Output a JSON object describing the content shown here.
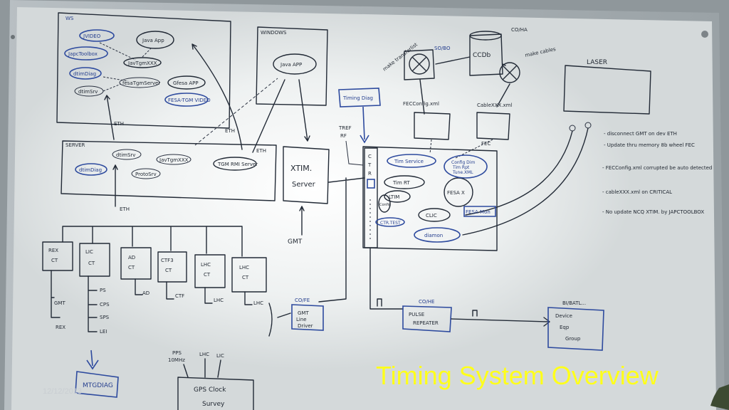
{
  "slide": {
    "title": "Timing System Overview",
    "date": "12/12/2013"
  },
  "whiteboard": {
    "ws": {
      "label": "WS",
      "items": [
        "JVIDEO",
        "JapcToolbox",
        "Java App",
        "JavTgmXXX",
        "dtimDiag",
        "dtimSrv",
        "fesaTgmServer",
        "Gfesa APP",
        "FESA-TGM VIDEO"
      ]
    },
    "windows": {
      "label": "WINDOWS",
      "app": "Java APP"
    },
    "server": {
      "label": "SERVER",
      "items": [
        "dtimDiag",
        "dtimSrv",
        "JavTgmXXX",
        "ProtoSrv",
        "TGM RMI Server"
      ]
    },
    "eth_labels": [
      "ETH",
      "ETH",
      "ETH",
      "ETH"
    ],
    "xtim": {
      "line1": "XTIM.",
      "line2": "Server"
    },
    "gmt": "GMT",
    "timing_diag": "Timing Diag",
    "tref": "TREF",
    "rf": "RF",
    "ctr": [
      "C",
      "T",
      "R"
    ],
    "fec": {
      "label": "FEC",
      "items": [
        "Tim Service",
        "Tim RT",
        "FESA X",
        "LTIM",
        "CLIC",
        "diamon",
        "FESA Mon",
        "CTR.TEST",
        "Config"
      ],
      "note_lines": [
        "Config Dim",
        "Tim Rpt",
        "Tune.XML"
      ]
    },
    "top_center": {
      "co_ha": "CO/HA",
      "sobo": "SO/BO",
      "ccdb": "CCDb",
      "make_tc": "make transferlist",
      "make_cables": "make cables",
      "fecconfig": "FECConfig.xml",
      "cablexml": "CableXXX.xml"
    },
    "laser": "LASER",
    "notes": [
      "- disconnect GMT on dev ETH",
      "- Update thru memory 8b wheel FEC",
      "- FECConfig.xml corrupted be auto detected",
      "- cableXXX.xml on CRITICAL",
      "- No update NCQ XTIM. by JAPCTOOLBOX"
    ],
    "cts": [
      {
        "name": "REX",
        "sub": "CT"
      },
      {
        "name": "LIC",
        "sub": "CT"
      },
      {
        "name": "AD",
        "sub": "CT"
      },
      {
        "name": "CTF3",
        "sub": "CT"
      },
      {
        "name": "LHC",
        "sub": "CT"
      },
      {
        "name": "LHC",
        "sub": "CT"
      }
    ],
    "outputs": [
      "GMT",
      "REX",
      "PS",
      "CPS",
      "SPS",
      "LEI",
      "AD",
      "CTF",
      "LHC",
      "LHC"
    ],
    "gmt_line_driver": {
      "group": "CO/FE",
      "line1": "GMT",
      "line2": "Line",
      "line3": "Driver"
    },
    "pulse_repeater": {
      "group": "CO/HE",
      "line1": "PULSE",
      "line2": "REPEATER"
    },
    "bi": {
      "group": "BI/BATL...",
      "line1": "Device",
      "line2": "Eqp",
      "line3": "Group"
    },
    "gps": {
      "inputs": [
        "PPS",
        "10MHz",
        "LHC",
        "LIC"
      ],
      "line1": "GPS Clock",
      "line2": "Survey"
    },
    "mtg": "MTGDIAG"
  }
}
